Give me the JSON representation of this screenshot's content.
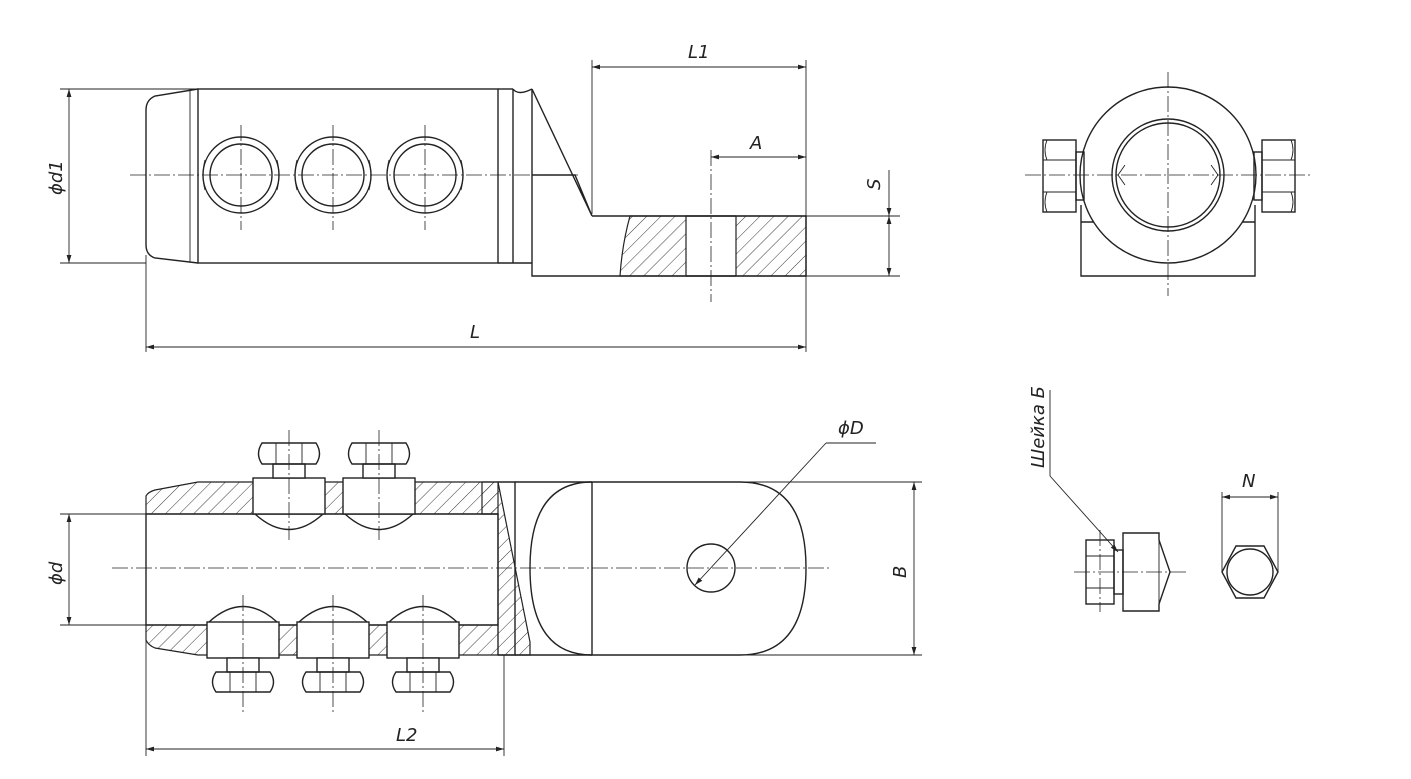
{
  "labels": {
    "L1": "L1",
    "A": "A",
    "S": "S",
    "phi_d1": "ϕd1",
    "L": "L",
    "phi_D": "ϕD",
    "B": "B",
    "phi_d": "ϕd",
    "L2": "L2",
    "neck": "Шейка Б",
    "N": "N"
  },
  "colors": {
    "line": "#222222",
    "background": "#ffffff"
  }
}
